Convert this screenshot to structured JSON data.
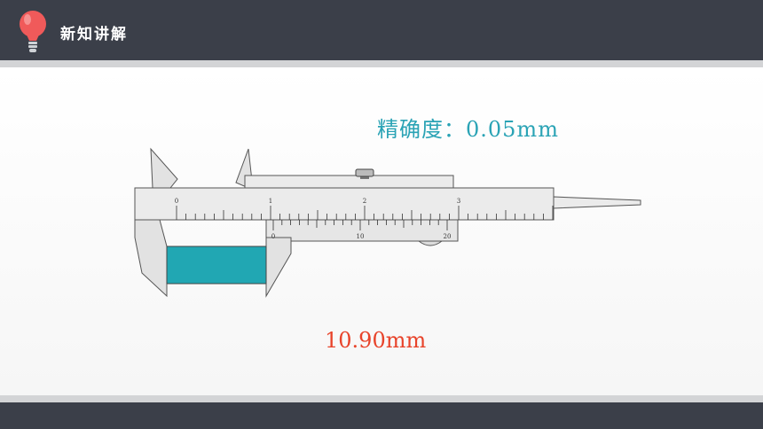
{
  "header": {
    "title": "新知讲解",
    "icon": "lightbulb-icon",
    "bar_color": "#3b3f49"
  },
  "slide": {
    "precision_text": "精确度：0.05mm",
    "precision_color": "#2aa3b5",
    "reading_text": "10.90mm",
    "reading_color": "#e8432a"
  },
  "caliper": {
    "main_scale_labels": [
      "0",
      "1",
      "2",
      "3"
    ],
    "vernier_scale_labels": [
      "0",
      "10",
      "20"
    ],
    "measured_object_color": "#21a7b3",
    "reading_mm": 10.9,
    "precision_mm": 0.05
  }
}
